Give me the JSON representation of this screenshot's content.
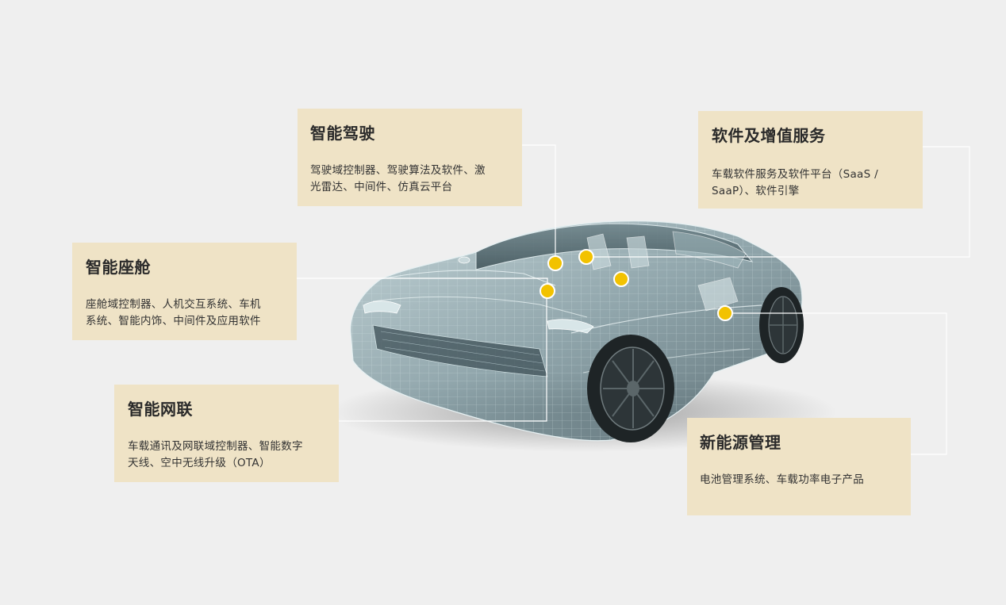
{
  "features": [
    {
      "key": "autonomous-driving",
      "title": "智能驾驶",
      "desc_lines": [
        "驾驶域控制器、驾驶算法及软件、激",
        "光雷达、中间件、仿真云平台"
      ]
    },
    {
      "key": "software-services",
      "title": "软件及增值服务",
      "desc_lines": [
        "车载软件服务及软件平台（SaaS /",
        "SaaP）、软件引擎"
      ]
    },
    {
      "key": "smart-cockpit",
      "title": "智能座舱",
      "desc_lines": [
        "座舱域控制器、人机交互系统、车机",
        "系统、智能内饰、中间件及应用软件"
      ]
    },
    {
      "key": "connectivity",
      "title": "智能网联",
      "desc_lines": [
        "车载通讯及网联域控制器、智能数字",
        "天线、空中无线升级（OTA）"
      ]
    },
    {
      "key": "new-energy",
      "title": "新能源管理",
      "desc_lines": [
        "电池管理系统、车载功率电子产品"
      ]
    }
  ],
  "colors": {
    "background": "#efefef",
    "card": "#efe3c6",
    "hotspot": "#f2c200",
    "leader_line": "#ffffff",
    "car_wireframe": "#8fa7ad"
  }
}
